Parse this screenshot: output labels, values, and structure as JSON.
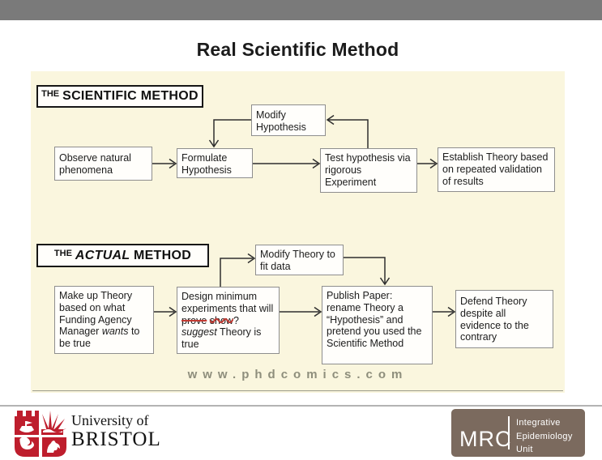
{
  "colors": {
    "topbar": "#7a7a7a",
    "comic_bg": "#faf6de",
    "bristol_red": "#be1e2d",
    "mrc_bg": "#7b6a5e"
  },
  "title": "Real Scientific Method",
  "comic": {
    "watermark": "www.phdcomics.com",
    "scientific": {
      "heading_the": "THE",
      "heading_main": "SCIENTIFIC METHOD",
      "boxes": {
        "observe": "Observe natural phenomena",
        "formulate": "Formulate Hypothesis",
        "modify": "Modify Hypothesis",
        "test": "Test hypothesis via rigorous Experiment",
        "establish": "Establish Theory based on repeated validation of results"
      }
    },
    "actual": {
      "heading_the": "THE",
      "heading_italic": "ACTUAL",
      "heading_main": "METHOD",
      "boxes": {
        "makeup_pre": "Make up Theory based on what Funding Agency Manager ",
        "makeup_italic": "wants",
        "makeup_post": " to be true",
        "design_pre": "Design minimum experiments that will ",
        "design_strike1": "prove",
        "design_strike2": "show",
        "design_mid": "? ",
        "design_italic": "suggest",
        "design_post": " Theory is true",
        "modify_theory": "Modify Theory to fit data",
        "publish": "Publish Paper: rename Theory a “Hypothesis” and pretend you used the Scientific Method",
        "defend": "Defend Theory despite all evidence to the contrary"
      }
    }
  },
  "footer": {
    "bristol": {
      "line1": "University of",
      "line2": "BRISTOL"
    },
    "mrc": {
      "abbr": "MRC",
      "unit_lines": [
        "Integrative",
        "Epidemiology",
        "Unit"
      ]
    }
  }
}
